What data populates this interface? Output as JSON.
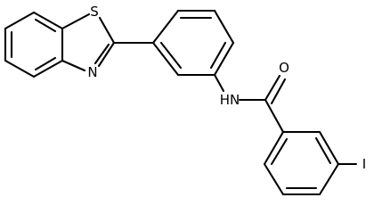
{
  "atoms": {
    "sulfur": "S",
    "nitrogen": "N",
    "amide_nh": "HN",
    "oxygen": "O",
    "iodine": "I"
  },
  "colors": {
    "bond": "#000000",
    "background": "#ffffff"
  }
}
